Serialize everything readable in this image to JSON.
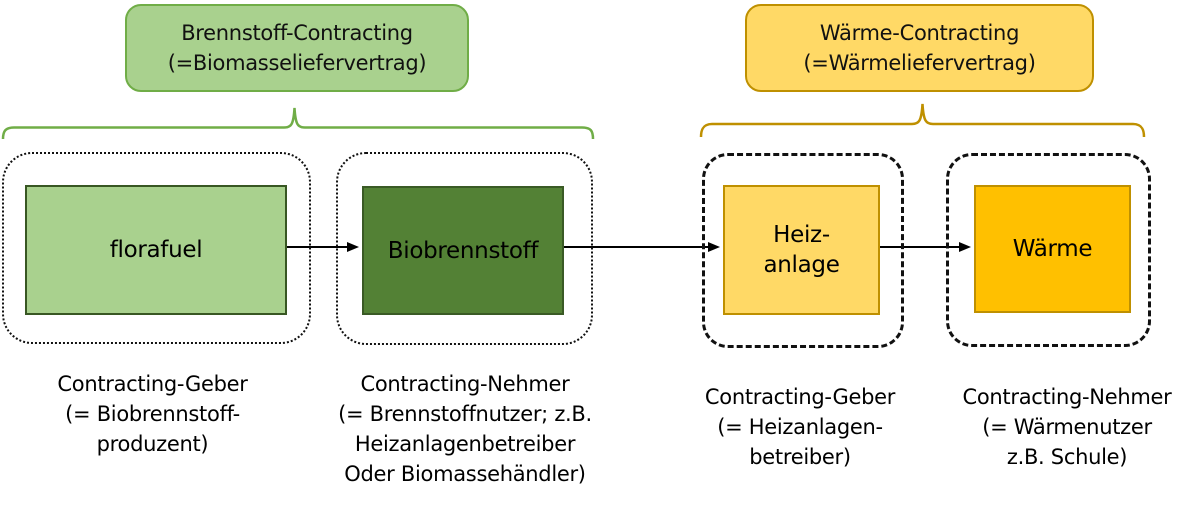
{
  "contracts": [
    {
      "id": "brennstoff-contracting",
      "title": "Brennstoff-Contracting\n(=Biomasseliefervertrag)"
    },
    {
      "id": "waerme-contracting",
      "title": "Wärme-Contracting\n(=Wärmeliefervertrag)"
    }
  ],
  "nodes": [
    {
      "id": "florafuel",
      "label": "florafuel"
    },
    {
      "id": "biobrennstoff",
      "label": "Biobrennstoff"
    },
    {
      "id": "heizanlage",
      "label": "Heiz-\nanlage"
    },
    {
      "id": "waerme",
      "label": "Wärme"
    }
  ],
  "roles": [
    {
      "text": "Contracting-Geber\n(= Biobrennstoff-\nproduzent)"
    },
    {
      "text": "Contracting-Nehmer\n(= Brennstoffnutzer; z.B.\nHeizanlagenbetreiber\nOder Biomassehändler)"
    },
    {
      "text": "Contracting-Geber\n(= Heizanlagen-\nbetreiber)"
    },
    {
      "text": "Contracting-Nehmer\n(= Wärmenutzer\nz.B. Schule)"
    }
  ],
  "colors": {
    "light_green": "#A9D18E",
    "green_border": "#70AD47",
    "dark_green": "#538135",
    "dark_green_border": "#385723",
    "light_yellow": "#FFD966",
    "amber": "#FFC000",
    "gold": "#BF9000",
    "line": "#000000"
  }
}
